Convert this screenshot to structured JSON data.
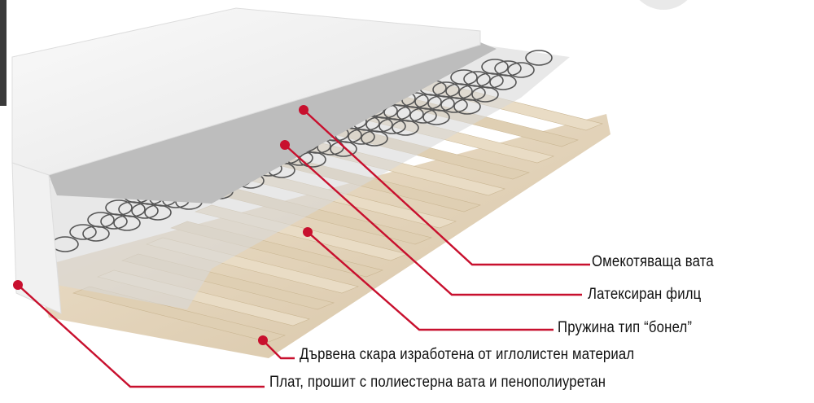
{
  "labels": [
    "Омекотяваща вата",
    "Латексиран филц",
    "Пружина тип “бонел”",
    "Дървена скара изработена от иглолистен материал",
    "Плат, прошит с полиестерна вата и пенополиуретан"
  ],
  "colors": {
    "leader": "#c8102e",
    "text": "#111111",
    "wood": "#e6d6bd",
    "felt": "#b9b9b9",
    "cover": "#f4f4f4"
  }
}
